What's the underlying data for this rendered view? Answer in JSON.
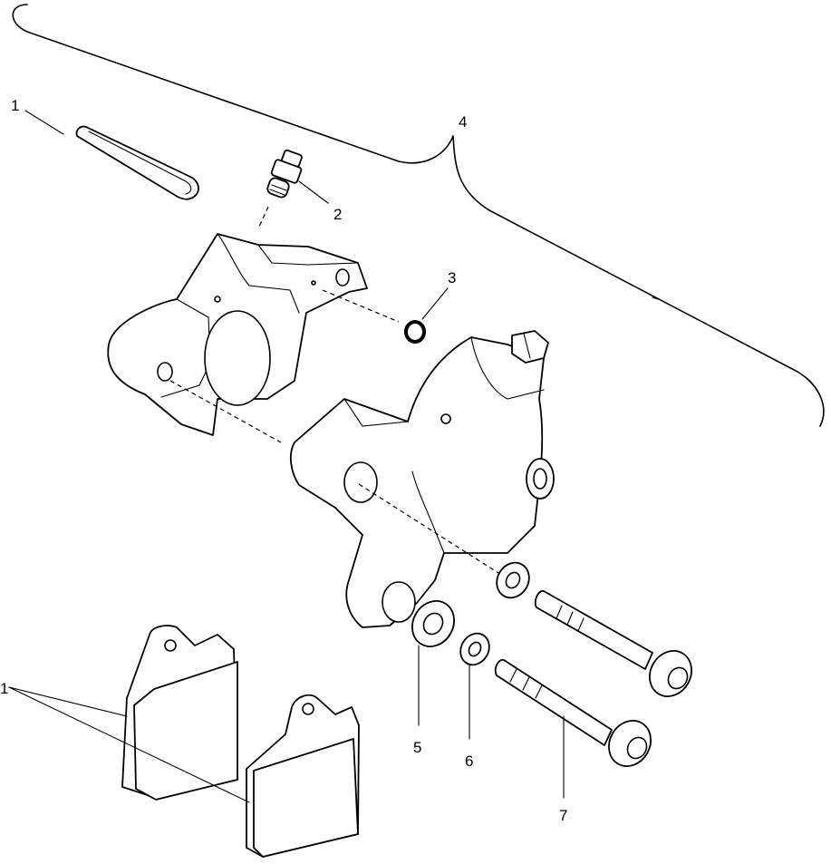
{
  "callouts": [
    {
      "id": "pin-clip-label",
      "text": "1"
    },
    {
      "id": "bleeder-valve-label",
      "text": "2"
    },
    {
      "id": "o-ring-label",
      "text": "3"
    },
    {
      "id": "caliper-assembly-label",
      "text": "4"
    },
    {
      "id": "large-washer-label",
      "text": "5"
    },
    {
      "id": "small-washer-label",
      "text": "6"
    },
    {
      "id": "bolt-label",
      "text": "7"
    },
    {
      "id": "brake-pads-label",
      "text": "1"
    }
  ]
}
